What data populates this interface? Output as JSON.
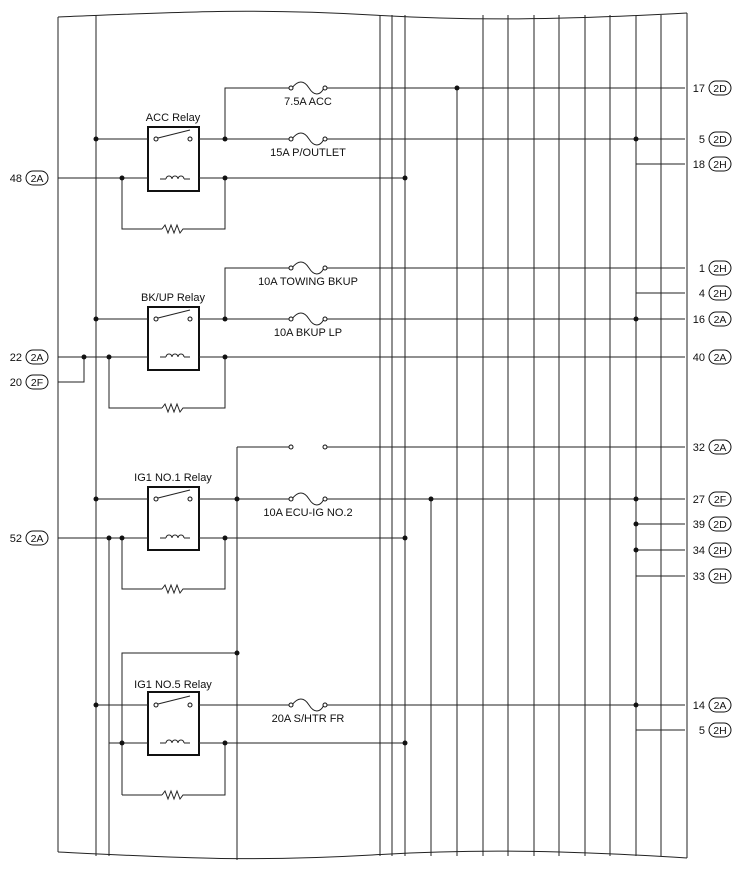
{
  "relays": [
    {
      "name": "ACC Relay"
    },
    {
      "name": "BK/UP Relay"
    },
    {
      "name": "IG1 NO.1 Relay"
    },
    {
      "name": "IG1 NO.5 Relay"
    }
  ],
  "fuses": [
    {
      "label": "7.5A ACC"
    },
    {
      "label": "15A P/OUTLET"
    },
    {
      "label": "10A TOWING BKUP"
    },
    {
      "label": "10A BKUP LP"
    },
    {
      "label": "10A ECU-IG NO.2"
    },
    {
      "label": "20A S/HTR FR"
    }
  ],
  "left_terminals": [
    {
      "pin": "48",
      "connector": "2A"
    },
    {
      "pin": "22",
      "connector": "2A"
    },
    {
      "pin": "20",
      "connector": "2F"
    },
    {
      "pin": "52",
      "connector": "2A"
    }
  ],
  "right_terminals": [
    {
      "pin": "17",
      "connector": "2D"
    },
    {
      "pin": "5",
      "connector": "2D"
    },
    {
      "pin": "18",
      "connector": "2H"
    },
    {
      "pin": "1",
      "connector": "2H"
    },
    {
      "pin": "4",
      "connector": "2H"
    },
    {
      "pin": "16",
      "connector": "2A"
    },
    {
      "pin": "40",
      "connector": "2A"
    },
    {
      "pin": "32",
      "connector": "2A"
    },
    {
      "pin": "27",
      "connector": "2F"
    },
    {
      "pin": "39",
      "connector": "2D"
    },
    {
      "pin": "34",
      "connector": "2H"
    },
    {
      "pin": "33",
      "connector": "2H"
    },
    {
      "pin": "14",
      "connector": "2A"
    },
    {
      "pin": "5",
      "connector": "2H"
    }
  ]
}
